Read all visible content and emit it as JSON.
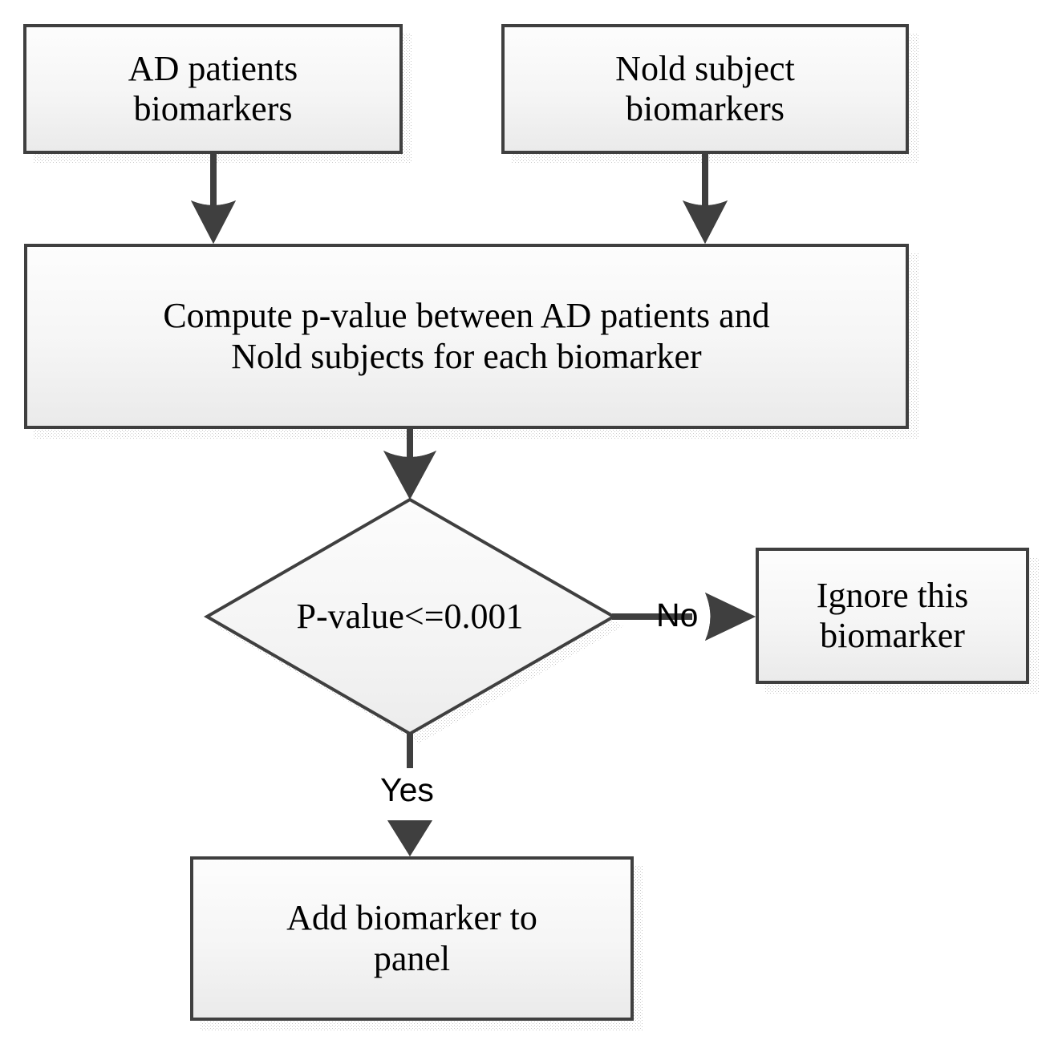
{
  "diagram": {
    "title": "Biomarker selection flowchart",
    "colors": {
      "border": "#3f3f3f",
      "fill_top": "#fdfdfd",
      "fill_bottom": "#ebebeb",
      "text": "#000000",
      "connector": "#3f3f3f",
      "shadow": "#d9d9d9",
      "background": "#ffffff"
    },
    "nodes": {
      "ad_patients": {
        "label": "AD patients\nbiomarkers",
        "shape": "rectangle"
      },
      "nold_subjects": {
        "label": "Nold subject\nbiomarkers",
        "shape": "rectangle"
      },
      "compute_pvalue": {
        "label": "Compute p-value between AD patients and\nNold subjects for each biomarker",
        "shape": "rectangle"
      },
      "decision": {
        "label": "P-value<=0.001",
        "shape": "diamond"
      },
      "ignore_biomarker": {
        "label": "Ignore this\nbiomarker",
        "shape": "rectangle"
      },
      "add_biomarker": {
        "label": "Add biomarker to\npanel",
        "shape": "rectangle"
      }
    },
    "edges": {
      "ad_to_compute": {
        "label": "",
        "from": "ad_patients",
        "to": "compute_pvalue"
      },
      "nold_to_compute": {
        "label": "",
        "from": "nold_subjects",
        "to": "compute_pvalue"
      },
      "compute_to_decision": {
        "label": "",
        "from": "compute_pvalue",
        "to": "decision"
      },
      "decision_to_ignore": {
        "label": "No",
        "from": "decision",
        "to": "ignore_biomarker"
      },
      "decision_to_add": {
        "label": "Yes",
        "from": "decision",
        "to": "add_biomarker"
      }
    }
  }
}
